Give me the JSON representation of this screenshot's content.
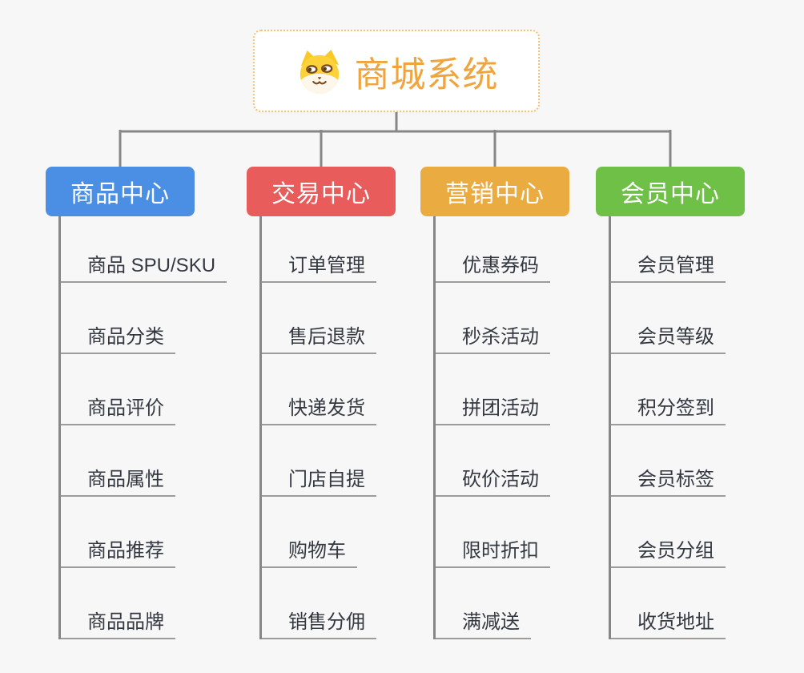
{
  "root": {
    "title": "商城系统",
    "icon": "shiba-dog-icon",
    "title_color": "#f0a43e"
  },
  "branches": [
    {
      "label": "商品中心",
      "color": "#4a8fe4",
      "children": [
        "商品 SPU/SKU",
        "商品分类",
        "商品评价",
        "商品属性",
        "商品推荐",
        "商品品牌"
      ]
    },
    {
      "label": "交易中心",
      "color": "#e95c5c",
      "children": [
        "订单管理",
        "售后退款",
        "快递发货",
        "门店自提",
        "购物车",
        "销售分佣"
      ]
    },
    {
      "label": "营销中心",
      "color": "#eaab41",
      "children": [
        "优惠券码",
        "秒杀活动",
        "拼团活动",
        "砍价活动",
        "限时折扣",
        "满减送"
      ]
    },
    {
      "label": "会员中心",
      "color": "#6ec047",
      "children": [
        "会员管理",
        "会员等级",
        "积分签到",
        "会员标签",
        "会员分组",
        "收货地址"
      ]
    }
  ],
  "colors": {
    "background": "#f7f7f7",
    "connector_line": "#878787",
    "leaf_underline": "#9c9c9c",
    "root_border": "#f4c375"
  }
}
